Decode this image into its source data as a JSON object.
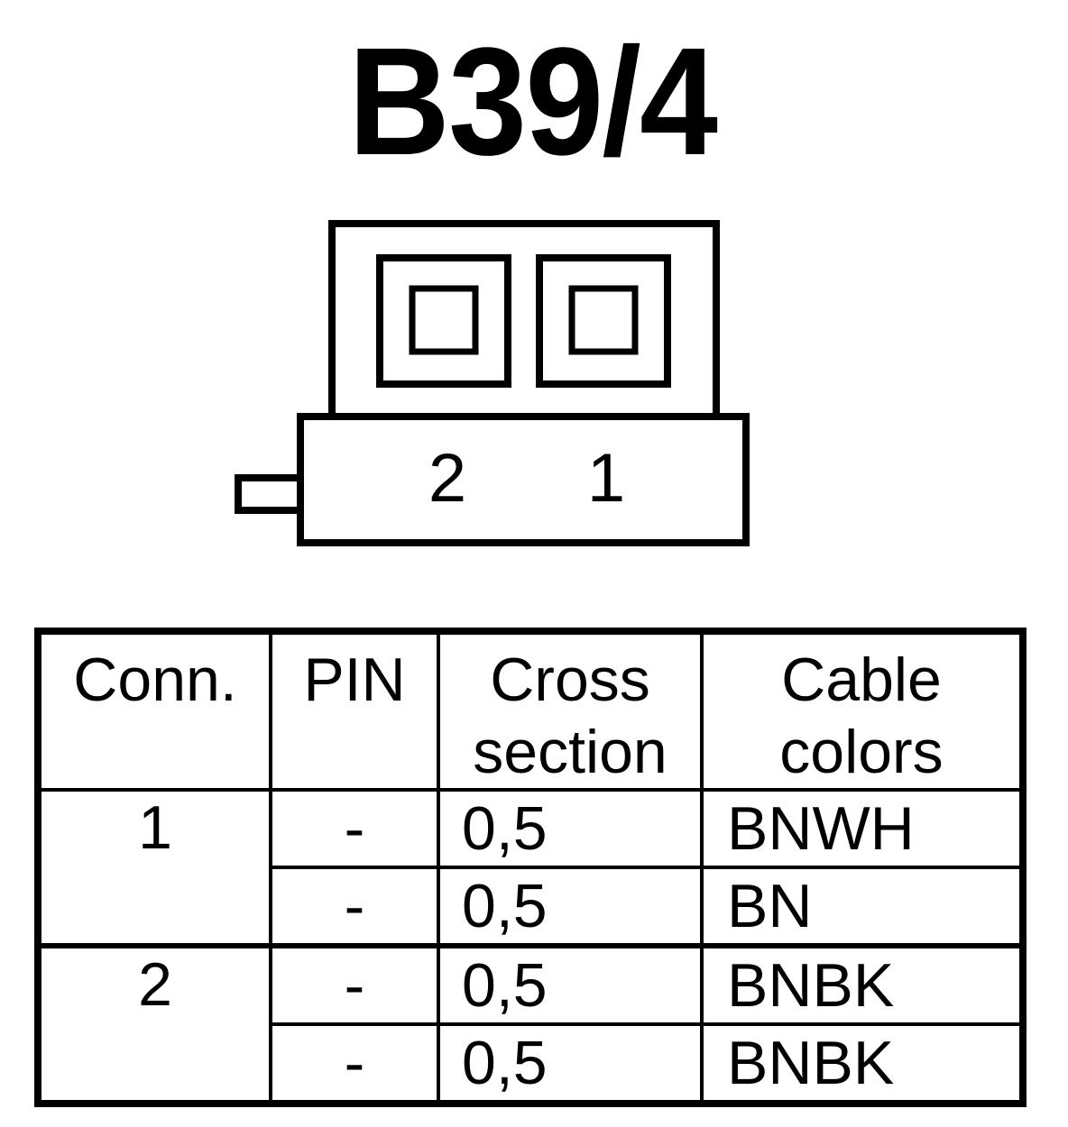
{
  "diagram": {
    "title": "B39/4",
    "connector": {
      "pin_labels": [
        "2",
        "1"
      ]
    }
  },
  "table": {
    "headers": [
      [
        "Conn."
      ],
      [
        "PIN"
      ],
      [
        "Cross",
        "section"
      ],
      [
        "Cable",
        "colors"
      ]
    ],
    "groups": [
      {
        "conn": "1",
        "rows": [
          {
            "pin": "-",
            "cross_section": "0,5",
            "color": "BNWH"
          },
          {
            "pin": "-",
            "cross_section": "0,5",
            "color": "BN"
          }
        ]
      },
      {
        "conn": "2",
        "rows": [
          {
            "pin": "-",
            "cross_section": "0,5",
            "color": "BNBK"
          },
          {
            "pin": "-",
            "cross_section": "0,5",
            "color": "BNBK"
          }
        ]
      }
    ]
  }
}
